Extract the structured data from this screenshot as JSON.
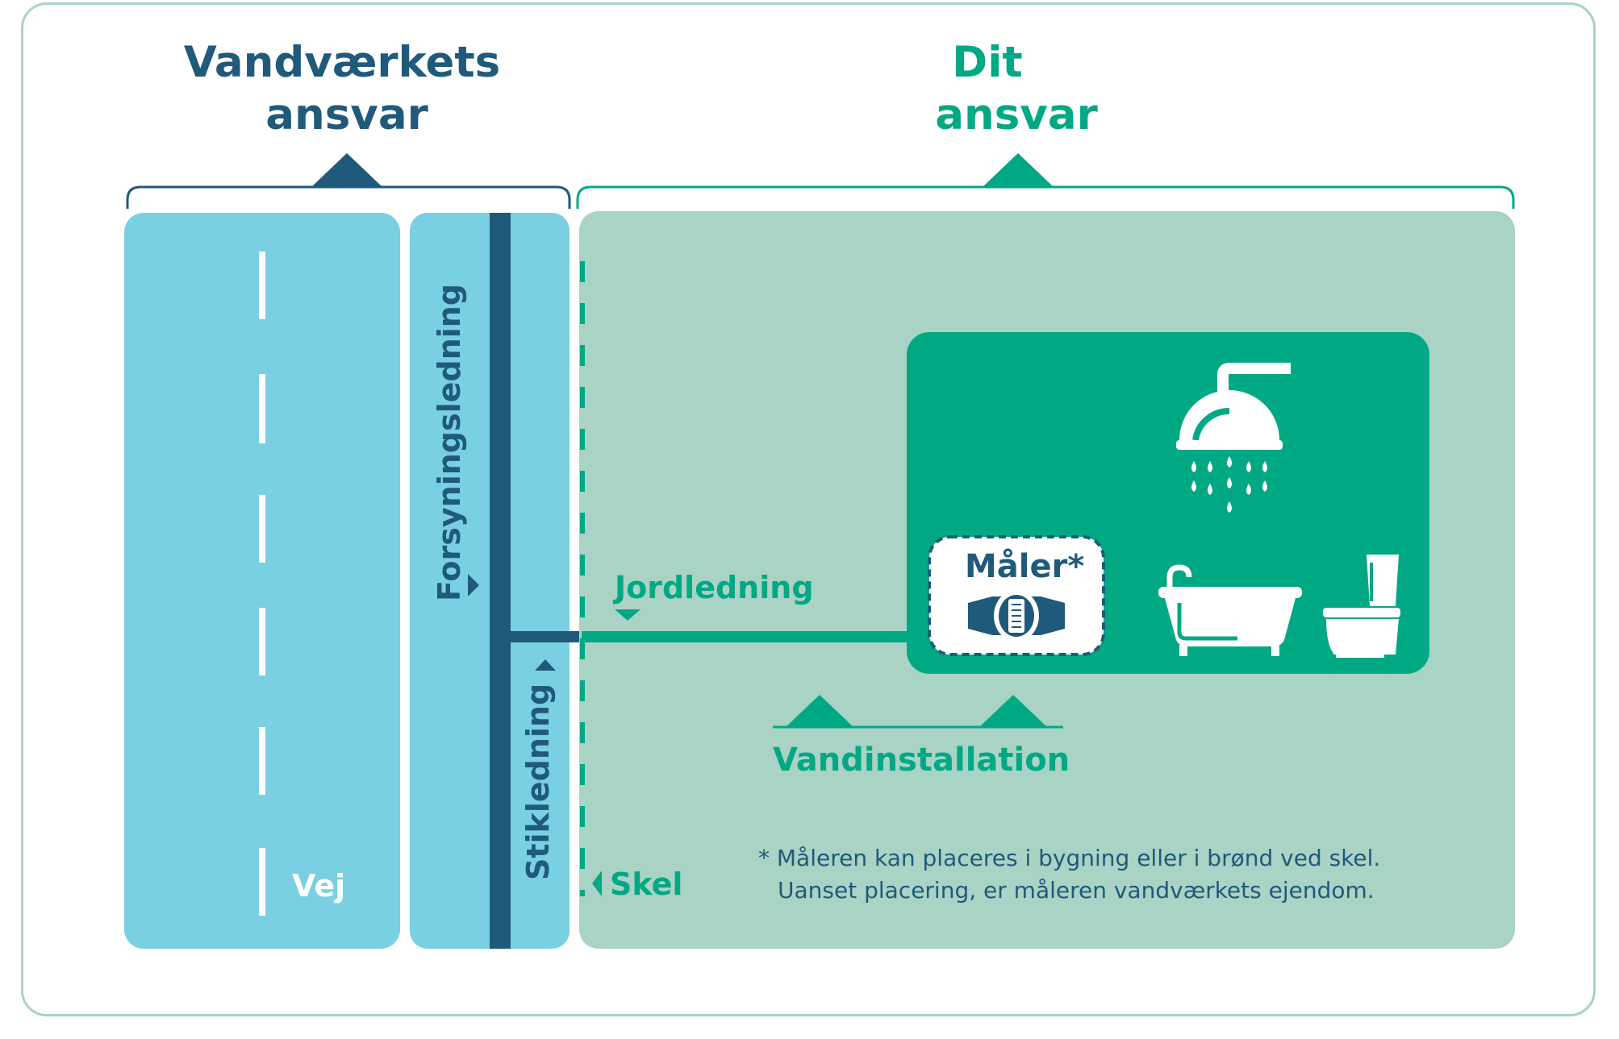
{
  "left_heading": {
    "line1": "Vandværkets",
    "line2": "ansvar"
  },
  "right_heading": {
    "line1": "Dit",
    "line2": "ansvar"
  },
  "labels": {
    "road": "Vej",
    "supply_main": "Forsyningsledning",
    "service_pipe": "Stikledning",
    "boundary": "Skel",
    "ground_pipe": "Jordledning",
    "meter": "Måler*",
    "installation": "Vandinstallation"
  },
  "footnote": {
    "line1": "* Måleren kan placeres i bygning eller i brønd ved skel.",
    "line2": "Uanset placering, er måleren vandværkets ejendom."
  },
  "icons": [
    "shower-icon",
    "bathtub-icon",
    "toilet-icon",
    "water-meter-icon"
  ],
  "colors": {
    "navy": "#1f5a7b",
    "green": "#00a984",
    "light_blue": "#79d0e2",
    "light_green": "#a9d3c4",
    "white": "#ffffff"
  }
}
